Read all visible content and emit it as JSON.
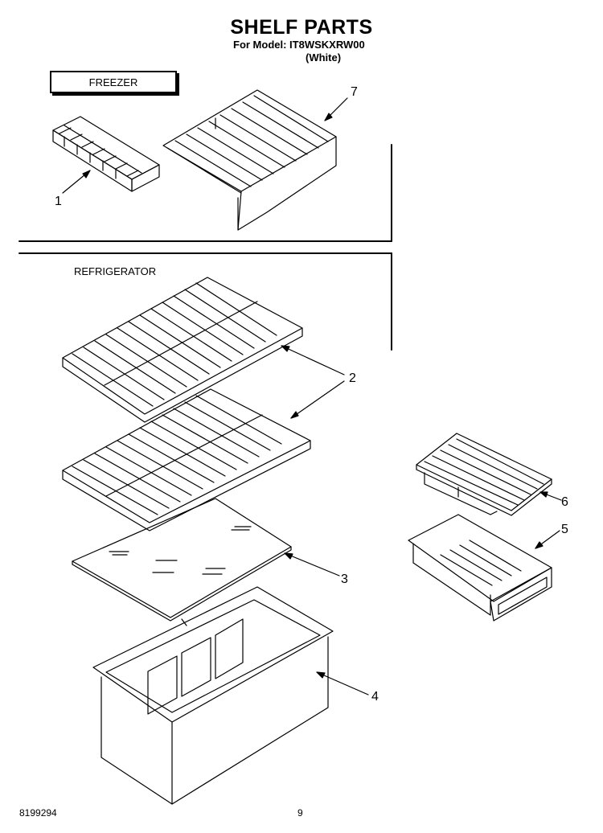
{
  "header": {
    "title": "SHELF PARTS",
    "model_line": "For Model: IT8WSKXRW00",
    "color_line": "(White)"
  },
  "sections": {
    "freezer": "FREEZER",
    "refrigerator": "REFRIGERATOR"
  },
  "callouts": [
    "1",
    "7",
    "2",
    "6",
    "5",
    "3",
    "4"
  ],
  "footer": {
    "doc_number": "8199294",
    "page_number": "9"
  }
}
